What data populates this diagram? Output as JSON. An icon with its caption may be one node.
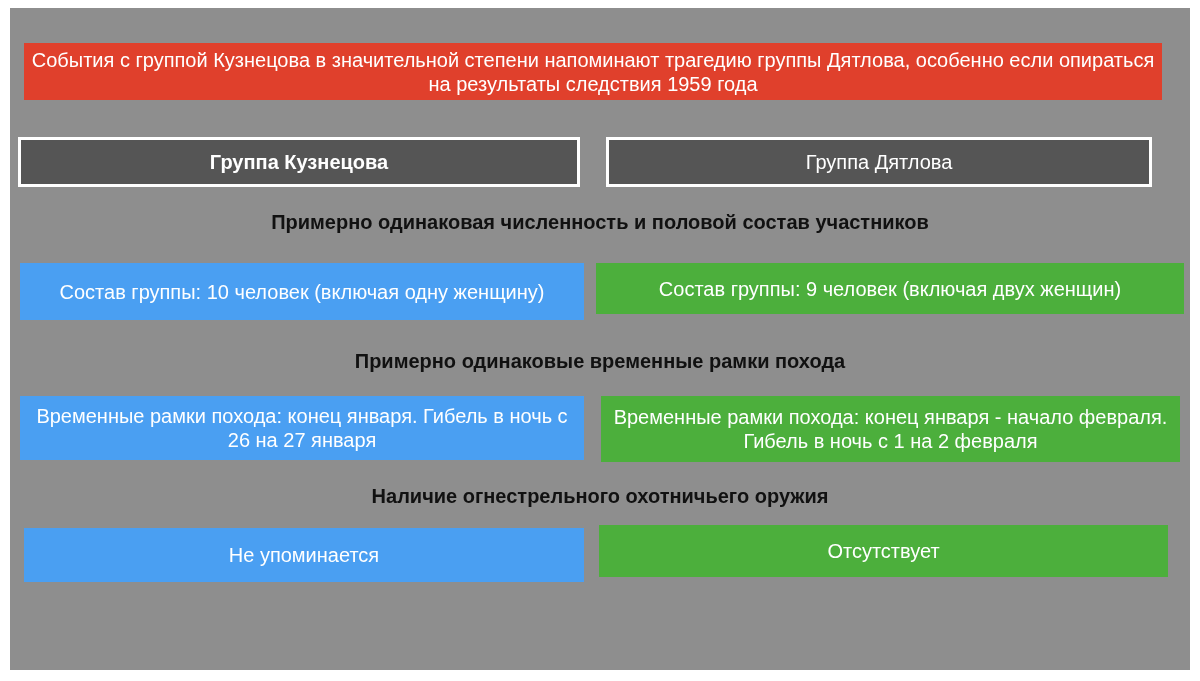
{
  "diagram": {
    "nodes": [
      {
        "text": [
          "События с группой Кузнецова в значительной степени напоминают трагедию группы Дятлова, особенно если опираться на результаты следствия 1959 года"
        ]
      },
      {
        "text": [
          "Группа Кузнецова"
        ]
      },
      {
        "text": [
          "Группа Дятлова"
        ]
      },
      {
        "text": [
          "Состав группы: 10 человек (включая одну женщину)"
        ]
      },
      {
        "text": [
          "Состав группы: 9 человек (включая двух женщин)"
        ]
      },
      {
        "text": [
          "Временные рамки похода: конец января. Гибель в ночь с 26 на 27 января"
        ]
      },
      {
        "text": [
          "Временные рамки похода: конец января - начало февраля. Гибель в ночь с 1 на 2 февраля"
        ]
      },
      {
        "text": [
          "Не упоминается"
        ]
      },
      {
        "text": [
          "Отсутствует"
        ]
      }
    ],
    "edges": [],
    "labels": [
      "Примерно одинаковая численность и половой состав участников",
      "Примерно одинаковые временные рамки похода",
      "Наличие огнестрельного охотничьего оружия"
    ]
  }
}
